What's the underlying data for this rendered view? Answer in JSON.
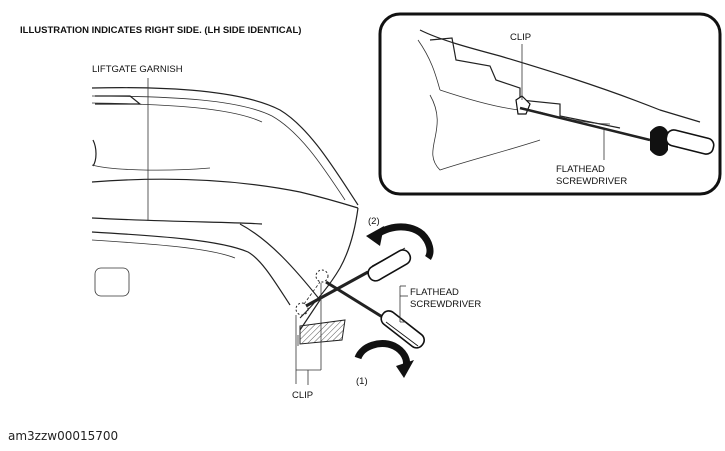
{
  "header": {
    "note": "ILLUSTRATION INDICATES RIGHT SIDE. (LH SIDE IDENTICAL)"
  },
  "main_view": {
    "label_garnish": "LIFTGATE GARNISH",
    "label_step2": "(2)",
    "label_step1": "(1)",
    "label_screwdriver_line1": "FLATHEAD",
    "label_screwdriver_line2": "SCREWDRIVER",
    "label_clip": "CLIP"
  },
  "detail_view": {
    "label_clip": "CLIP",
    "label_screwdriver_line1": "FLATHEAD",
    "label_screwdriver_line2": "SCREWDRIVER"
  },
  "caption": "am3zzw00015700",
  "icons": [
    "rotate-counterclockwise-arrow-icon",
    "rotate-clockwise-arrow-icon",
    "flathead-screwdriver-icon"
  ],
  "colors": {
    "line": "#222222",
    "background": "#ffffff",
    "hatch": "#555555"
  }
}
